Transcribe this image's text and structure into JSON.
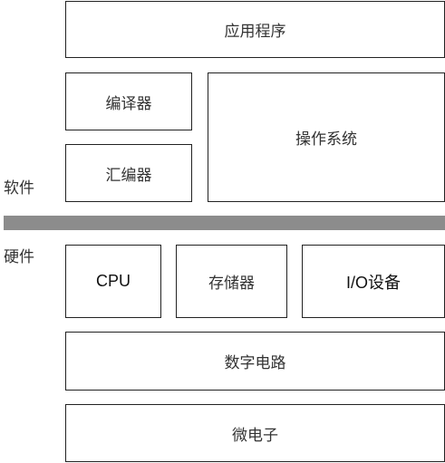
{
  "software": {
    "label": "软件",
    "application": "应用程序",
    "compiler": "编译器",
    "assembler": "汇编器",
    "operating_system": "操作系统"
  },
  "hardware": {
    "label": "硬件",
    "cpu": "CPU",
    "memory": "存储器",
    "io_devices": "I/O设备",
    "digital_circuits": "数字电路",
    "microelectronics": "微电子"
  },
  "colors": {
    "divider": "#8c8c8c",
    "border": "#222222",
    "text": "#333333"
  }
}
